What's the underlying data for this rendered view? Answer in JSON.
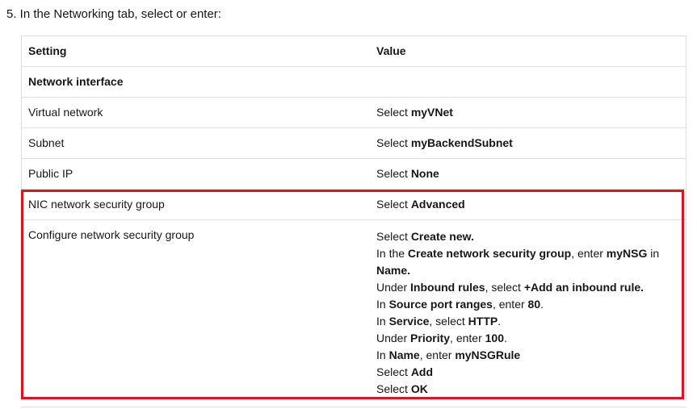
{
  "step": "5. In the Networking tab, select or enter:",
  "table": {
    "header": {
      "setting": "Setting",
      "value": "Value"
    },
    "section": "Network interface",
    "rows": [
      {
        "setting": "Virtual network",
        "pre": "Select ",
        "bold": "myVNet"
      },
      {
        "setting": "Subnet",
        "pre": "Select ",
        "bold": "myBackendSubnet"
      },
      {
        "setting": "Public IP",
        "pre": "Select ",
        "bold": "None"
      },
      {
        "setting": "NIC network security group",
        "pre": "Select ",
        "bold": "Advanced"
      }
    ],
    "configure": {
      "setting": "Configure network security group",
      "lines": [
        [
          {
            "t": "Select "
          },
          {
            "b": "Create new."
          }
        ],
        [
          {
            "t": "In the "
          },
          {
            "b": "Create network security group"
          },
          {
            "t": ", enter "
          },
          {
            "b": "myNSG"
          },
          {
            "t": " in"
          }
        ],
        [
          {
            "b": "Name."
          }
        ],
        [
          {
            "t": "Under "
          },
          {
            "b": "Inbound rules"
          },
          {
            "t": ", select "
          },
          {
            "b": "+Add an inbound rule."
          }
        ],
        [
          {
            "t": "In "
          },
          {
            "b": "Source port ranges"
          },
          {
            "t": ", enter "
          },
          {
            "b": "80"
          },
          {
            "t": "."
          }
        ],
        [
          {
            "t": "In "
          },
          {
            "b": "Service"
          },
          {
            "t": ", select "
          },
          {
            "b": "HTTP"
          },
          {
            "t": "."
          }
        ],
        [
          {
            "t": "Under "
          },
          {
            "b": "Priority"
          },
          {
            "t": ", enter "
          },
          {
            "b": "100"
          },
          {
            "t": "."
          }
        ],
        [
          {
            "t": "In "
          },
          {
            "b": "Name"
          },
          {
            "t": ", enter "
          },
          {
            "b": "myNSGRule"
          }
        ],
        [
          {
            "t": "Select "
          },
          {
            "b": "Add"
          }
        ],
        [
          {
            "t": "Select "
          },
          {
            "b": "OK"
          }
        ]
      ]
    }
  },
  "colors": {
    "highlight": "#d7161e",
    "border": "#e1dfdd"
  }
}
